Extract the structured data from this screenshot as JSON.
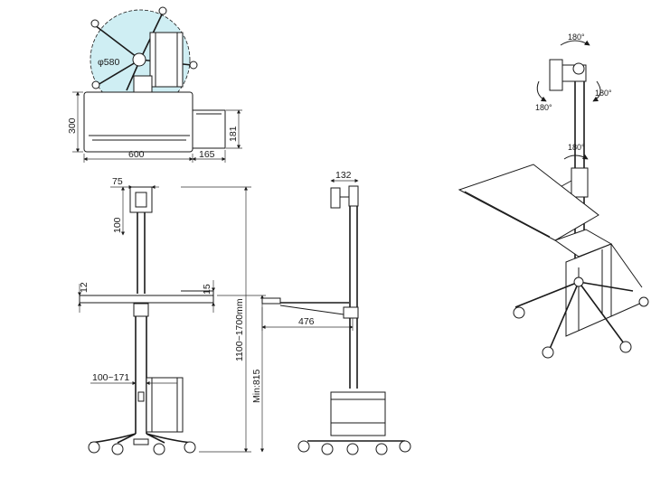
{
  "top_view": {
    "circle_label": "φ580",
    "width_label": "600",
    "tray_width_label": "165",
    "depth_label": "300",
    "tray_depth_label": "181"
  },
  "front_view": {
    "mount_offset_label": "75",
    "mount_height_label": "100",
    "shelf_thickness_label": "12",
    "tray_thickness_label": "15",
    "column_adjust_label": "100~171",
    "total_height_label": "1100~1700mm",
    "min_height_label": "Min:815"
  },
  "side_view": {
    "mount_depth_label": "132",
    "tray_reach_label": "476"
  },
  "iso_view": {
    "rot_top_label": "180°",
    "rot_left_label": "180°",
    "rot_right_label": "180°",
    "rot_column_label": "180°"
  }
}
